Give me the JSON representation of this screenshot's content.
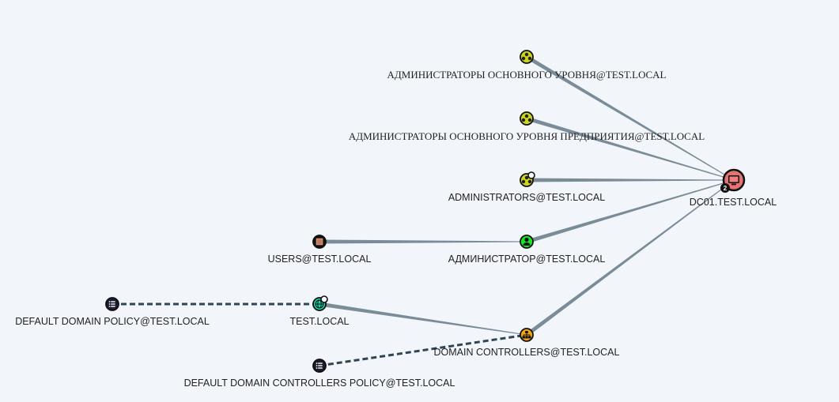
{
  "graph": {
    "nodes": [
      {
        "id": "adm_core",
        "label": "АДМИНИСТРАТОРЫ ОСНОВНОГО УРОВНЯ@TEST.LOCAL",
        "kind": "group",
        "icon": "group-icon",
        "color": "#cbd420"
      },
      {
        "id": "adm_core_ent",
        "label": "АДМИНИСТРАТОРЫ ОСНОВНОГО УРОВНЯ ПРЕДПРИЯТИЯ@TEST.LOCAL",
        "kind": "group",
        "icon": "group-icon",
        "color": "#cbd420"
      },
      {
        "id": "administrators",
        "label": "ADMINISTRATORS@TEST.LOCAL",
        "kind": "group",
        "icon": "group-icon",
        "color": "#cbd420"
      },
      {
        "id": "dc01",
        "label": "DC01.TEST.LOCAL",
        "kind": "computer",
        "icon": "computer-icon",
        "color": "#e57373",
        "badge": "2"
      },
      {
        "id": "users",
        "label": "USERS@TEST.LOCAL",
        "kind": "container",
        "icon": "container-icon",
        "color": "#f4a07c"
      },
      {
        "id": "admin_user",
        "label": "АДМИНИСТРАТОР@TEST.LOCAL",
        "kind": "user",
        "icon": "user-icon",
        "color": "#17e625"
      },
      {
        "id": "default_domain_policy",
        "label": "DEFAULT DOMAIN POLICY@TEST.LOCAL",
        "kind": "gpo",
        "icon": "gpo-list-icon",
        "color": "#998ee6"
      },
      {
        "id": "test_local",
        "label": "TEST.LOCAL",
        "kind": "domain",
        "icon": "globe-icon",
        "color": "#19d4a7"
      },
      {
        "id": "domain_controllers",
        "label": "DOMAIN CONTROLLERS@TEST.LOCAL",
        "kind": "ou",
        "icon": "org-tree-icon",
        "color": "#f2a30f"
      },
      {
        "id": "default_dc_policy",
        "label": "DEFAULT DOMAIN CONTROLLERS POLICY@TEST.LOCAL",
        "kind": "gpo",
        "icon": "gpo-list-icon",
        "color": "#998ee6"
      }
    ],
    "edges": [
      {
        "from": "adm_core",
        "to": "dc01",
        "style": "solid",
        "weight": "heavy"
      },
      {
        "from": "adm_core_ent",
        "to": "dc01",
        "style": "solid",
        "weight": "heavy"
      },
      {
        "from": "administrators",
        "to": "dc01",
        "style": "solid",
        "weight": "heavy"
      },
      {
        "from": "admin_user",
        "to": "dc01",
        "style": "solid",
        "weight": "heavy"
      },
      {
        "from": "users",
        "to": "admin_user",
        "style": "solid",
        "weight": "heavy"
      },
      {
        "from": "domain_controllers",
        "to": "dc01",
        "style": "solid",
        "weight": "heavy"
      },
      {
        "from": "test_local",
        "to": "domain_controllers",
        "style": "solid",
        "weight": "heavy"
      },
      {
        "from": "default_domain_policy",
        "to": "test_local",
        "style": "dashed",
        "weight": "normal"
      },
      {
        "from": "default_dc_policy",
        "to": "domain_controllers",
        "style": "dashed",
        "weight": "normal"
      }
    ]
  }
}
